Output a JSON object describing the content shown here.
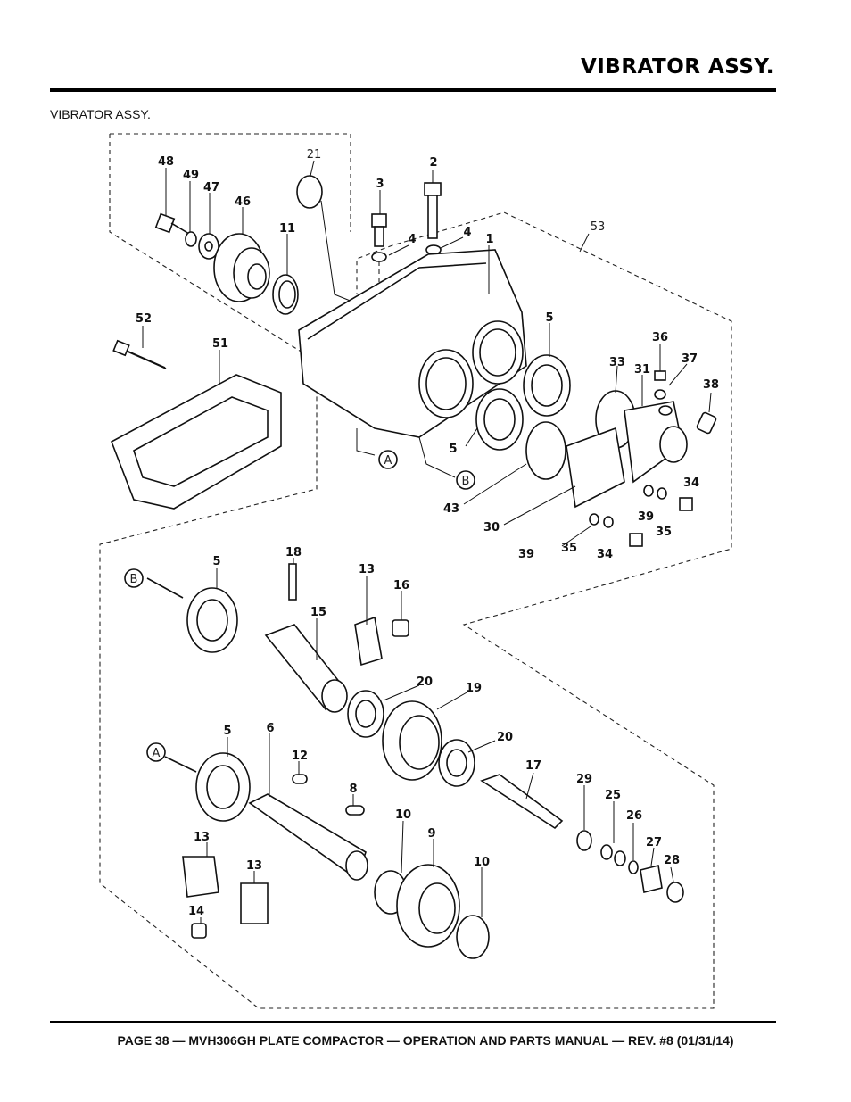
{
  "header": {
    "title": "VIBRATOR ASSY."
  },
  "section": {
    "subtitle": "VIBRATOR ASSY."
  },
  "diagram": {
    "callouts": {
      "c1": "1",
      "c2": "2",
      "c3": "3",
      "c4a": "4",
      "c4b": "4",
      "c5a": "5",
      "c5b": "5",
      "c5c": "5",
      "c5d": "5",
      "c6": "6",
      "c8": "8",
      "c9": "9",
      "c10a": "10",
      "c10b": "10",
      "c11": "11",
      "c12": "12",
      "c13a": "13",
      "c13b": "13",
      "c13c": "13",
      "c14": "14",
      "c15": "15",
      "c16": "16",
      "c17": "17",
      "c18": "18",
      "c19": "19",
      "c20a": "20",
      "c20b": "20",
      "c21": "21",
      "c25": "25",
      "c26": "26",
      "c27": "27",
      "c28": "28",
      "c29": "29",
      "c30": "30",
      "c31": "31",
      "c33": "33",
      "c34a": "34",
      "c34b": "34",
      "c35a": "35",
      "c35b": "35",
      "c36": "36",
      "c37": "37",
      "c38": "38",
      "c39a": "39",
      "c39b": "39",
      "c43": "43",
      "c46": "46",
      "c47": "47",
      "c48": "48",
      "c49": "49",
      "c51": "51",
      "c52": "52",
      "c53": "53"
    },
    "refs": {
      "ra1": "A",
      "rb1": "B",
      "rb2": "B",
      "ra2": "A"
    }
  },
  "footer": {
    "text": "PAGE 38 — MVH306GH PLATE COMPACTOR — OPERATION AND PARTS MANUAL — REV. #8 (01/31/14)"
  }
}
